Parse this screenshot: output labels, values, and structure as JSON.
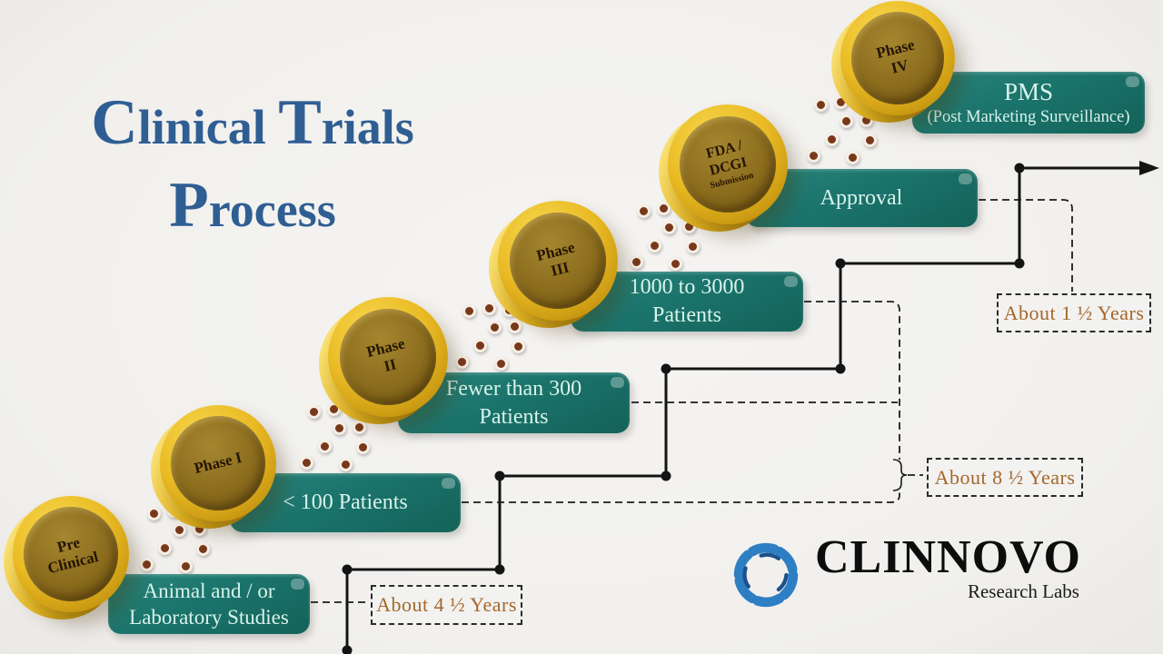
{
  "title": {
    "words": [
      "Clinical",
      "Trials",
      "Process"
    ]
  },
  "stages": [
    {
      "id": "pre-clinical",
      "coin_lines": [
        "Pre",
        "Clinical"
      ],
      "box_lines": [
        "Animal and / or",
        "Laboratory Studies"
      ]
    },
    {
      "id": "phase-1",
      "coin_lines": [
        "Phase I"
      ],
      "box_lines": [
        "< 100 Patients"
      ]
    },
    {
      "id": "phase-2",
      "coin_lines": [
        "Phase",
        "II"
      ],
      "box_lines": [
        "Fewer than 300",
        "Patients"
      ]
    },
    {
      "id": "phase-3",
      "coin_lines": [
        "Phase",
        "III"
      ],
      "box_lines": [
        "1000 to 3000",
        "Patients"
      ]
    },
    {
      "id": "fda-submission",
      "coin_lines": [
        "FDA /",
        "DCGI",
        "Submission"
      ],
      "box_lines": [
        "Approval"
      ]
    },
    {
      "id": "phase-4",
      "coin_lines": [
        "Phase",
        "IV"
      ],
      "box_lines": [
        "PMS",
        "(Post Marketing  Surveillance)"
      ]
    }
  ],
  "durations": [
    {
      "label": "About 4 ½ Years"
    },
    {
      "label": "About 8 ½ Years"
    },
    {
      "label": "About 1 ½ Years"
    }
  ],
  "logo": {
    "name": "CLINNOVO",
    "subtitle": "Research Labs"
  },
  "colors": {
    "background": "#f1f0ed",
    "teal_box": "#1b746c",
    "box_text": "#d8f3ec",
    "coin_gold": "#e9ba24",
    "coin_face": "#8b6c1d",
    "title_blue": "#2f5e93",
    "duration_text": "#a5672b",
    "dot_brown": "#78391b",
    "line_black": "#141414",
    "logo_blue": "#2e7ec3"
  }
}
